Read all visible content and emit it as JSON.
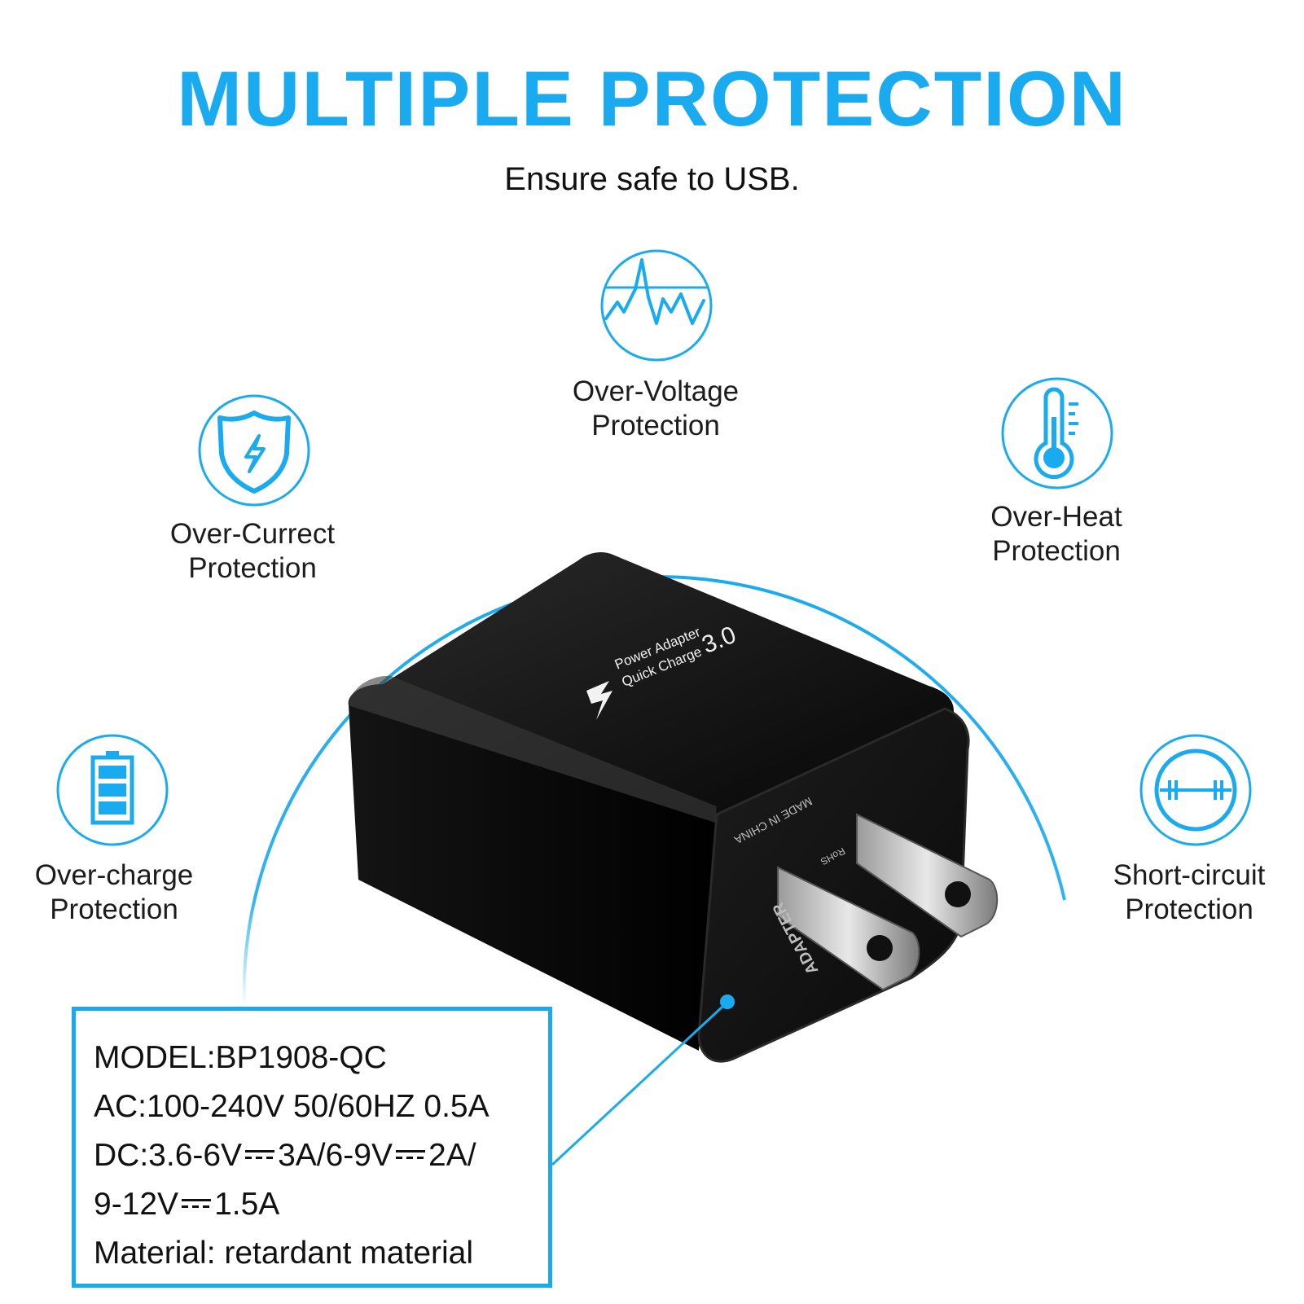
{
  "header": {
    "title": "MULTIPLE PROTECTION",
    "subtitle": "Ensure safe to USB."
  },
  "colors": {
    "accent": "#1aaaf0",
    "text": "#111111"
  },
  "features": [
    {
      "id": "over-voltage",
      "icon": "waveform-icon",
      "line1": "Over-Voltage",
      "line2": "Protection"
    },
    {
      "id": "over-current",
      "icon": "shield-bolt-icon",
      "line1": "Over-Currect",
      "line2": "Protection"
    },
    {
      "id": "over-heat",
      "icon": "thermometer-icon",
      "line1": "Over-Heat",
      "line2": "Protection"
    },
    {
      "id": "over-charge",
      "icon": "battery-icon",
      "line1": "Over-charge",
      "line2": "Protection"
    },
    {
      "id": "short-circuit",
      "icon": "circuit-icon",
      "line1": "Short-circuit",
      "line2": "Protection"
    }
  ],
  "product": {
    "top_text_line1": "Power Adapter",
    "top_text_line2": "Quick Charge",
    "top_version": "3.0",
    "face_made_in": "MADE IN CHINA",
    "face_adapter": "ADAPTER",
    "face_rohs": "RoHS"
  },
  "spec": {
    "model": "MODEL:BP1908-QC",
    "ac": "AC:100-240V 50/60HZ 0.5A",
    "dc_prefix": "DC:3.6-6V",
    "dc_part2": "3A/6-9V",
    "dc_part3": "2A/",
    "dc2_prefix": "9-12V",
    "dc2_suffix": "1.5A",
    "material": "Material: retardant material"
  }
}
